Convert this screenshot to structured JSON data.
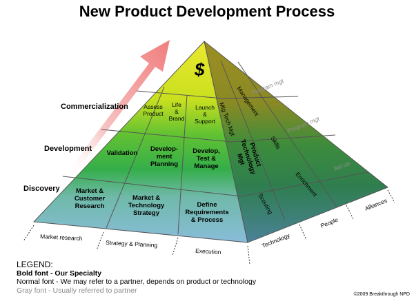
{
  "title": "New Product Development Process",
  "stages": {
    "commercialization": "Commercialization",
    "development": "Development",
    "discovery": "Discovery"
  },
  "apex_symbol": "$",
  "front": {
    "top": [
      "Assess Product",
      "Life & Brand",
      "Launch & Support"
    ],
    "middle": [
      "Validation",
      "Development Planning",
      "Develop, Test & Manage"
    ],
    "bottom": [
      "Market & Customer Research",
      "Market & Technology Strategy",
      "Define Requirements & Process"
    ]
  },
  "side": {
    "top": [
      "Mfg Tech Mgt",
      "Management",
      "Program mgt"
    ],
    "middle": [
      "Product Technology Mgt",
      "Skills",
      "Program mgt"
    ],
    "bottom": [
      "Scouting",
      "Enrichment",
      "Set up"
    ]
  },
  "base_front": [
    "Market research",
    "Strategy & Planning",
    "Execution"
  ],
  "base_side": [
    "Technology",
    "People",
    "Alliances"
  ],
  "legend": {
    "heading": "LEGEND:",
    "bold": "Bold font - Our Specialty",
    "normal": "Normal font - We may refer to a partner, depends on product or technology",
    "gray": "Gray font - Usually referred to partner"
  },
  "copyright": "©2009 Breakthrough NPD",
  "colors": {
    "front_yellow": "#d2e21e",
    "front_green": "#3cb43c",
    "front_blue": "#7db3d8",
    "side_olive": "#8a8220",
    "side_green": "#2f7a3a",
    "side_blue": "#4d7d96",
    "arrow": "#f5a9a9",
    "gray_text": "#8c8c8c"
  }
}
